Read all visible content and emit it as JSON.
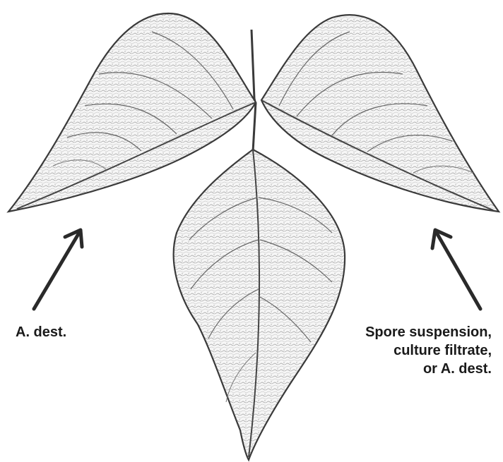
{
  "image": {
    "subject": "bean trifoliate leaf",
    "left_label": "A. dest.",
    "right_label_lines": [
      "Spore suspension,",
      "culture filtrate,",
      "or A. dest."
    ],
    "arrow_color": "#2a2a2a",
    "ink_color": "#3a3a3a",
    "background": "#ffffff"
  }
}
